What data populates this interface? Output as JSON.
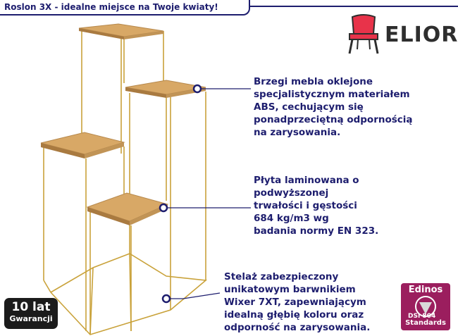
{
  "title": "Roslon 3X - idealne miejsce na Twoje kwiaty!",
  "brand": {
    "name": "ELIOR",
    "icon": "chair-icon",
    "color": "#e8334a"
  },
  "callouts": [
    {
      "text": "Brzegi mebla oklejone\nspecjalistycznym materiałem\nABS, cechującym się\nponadprzeciętną odpornością\nna zarysowania."
    },
    {
      "text": "Płyta laminowana o\npodwyższonej\ntrwałości i gęstości\n684 kg/m3 wg\nbadania normy EN 323."
    },
    {
      "text": "Stelaż zabezpieczony\nunikatowym barwnikiem\nWixer 7XT, zapewniającym\nidealną głębię koloru oraz\nodporność na zarysowania."
    }
  ],
  "warranty": {
    "years": "10 lat",
    "label": "Gwarancji"
  },
  "certificate": {
    "name": "Edinos",
    "standard": "DSI 804",
    "footer": "Standards"
  },
  "colors": {
    "accent": "#1d1d6e",
    "gold": "#c9a23a",
    "wood": "#d8a866",
    "badge": "#1b1b1b",
    "certificate": "#9b1e5e"
  }
}
